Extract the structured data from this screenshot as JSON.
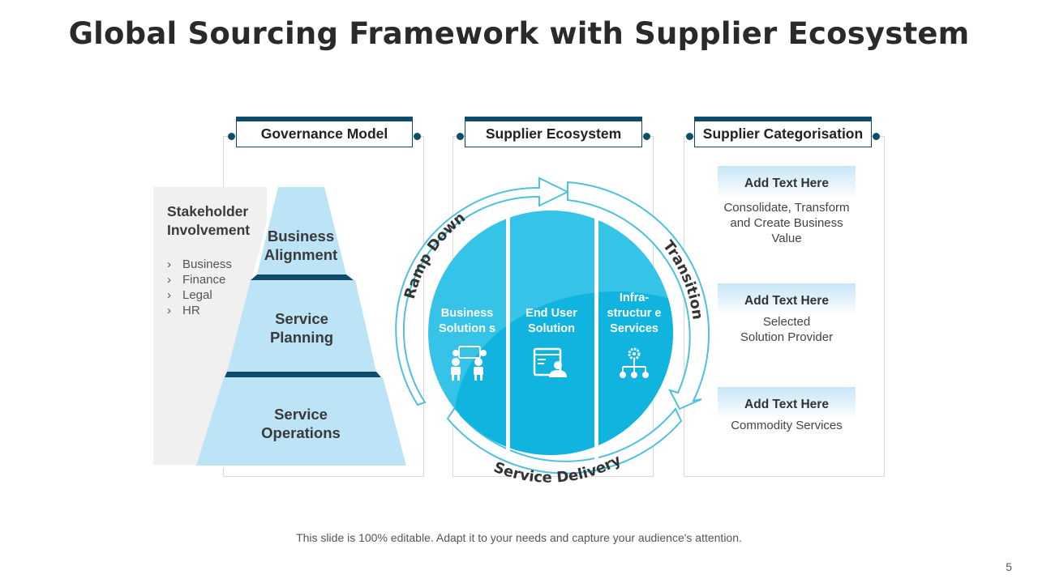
{
  "title": "Global Sourcing Framework with Supplier Ecosystem",
  "colors": {
    "navy": "#0f4c6b",
    "light_blue": "#bde3f6",
    "mid_blue": "#35c4e8",
    "dark_blue": "#10b4df",
    "arrow_blue": "#4fc0e0",
    "gray_panel": "#f0f0f0"
  },
  "columns": {
    "governance": {
      "header": "Governance Model"
    },
    "ecosystem": {
      "header": "Supplier Ecosystem"
    },
    "categorisation": {
      "header": "Supplier Categorisation"
    }
  },
  "stakeholder": {
    "title": "Stakeholder Involvement",
    "bullet": "›",
    "items": [
      "Business",
      "Finance",
      "Legal",
      "HR"
    ]
  },
  "pyramid": {
    "levels": [
      "Business Alignment",
      "Service Planning",
      "Service Operations"
    ]
  },
  "cycle": {
    "arrows": {
      "top_left": "Ramp Down",
      "right": "Transition",
      "bottom": "Service Delivery"
    },
    "segments": [
      {
        "label": "Business Solution s",
        "icon": "people-meeting-icon"
      },
      {
        "label": "End User Solution",
        "icon": "user-screen-icon"
      },
      {
        "label": "Infra- structur e Services",
        "icon": "network-gear-icon"
      }
    ]
  },
  "categories": [
    {
      "head": "Add Text Here",
      "body": [
        "Consolidate, Transform",
        "and Create Business",
        "Value"
      ]
    },
    {
      "head": "Add Text Here",
      "body": [
        "Selected",
        "Solution Provider"
      ]
    },
    {
      "head": "Add Text Here",
      "body": [
        "Commodity Services"
      ]
    }
  ],
  "footer": "This slide is 100% editable. Adapt it to your needs and capture your audience's attention.",
  "page_number": "5"
}
